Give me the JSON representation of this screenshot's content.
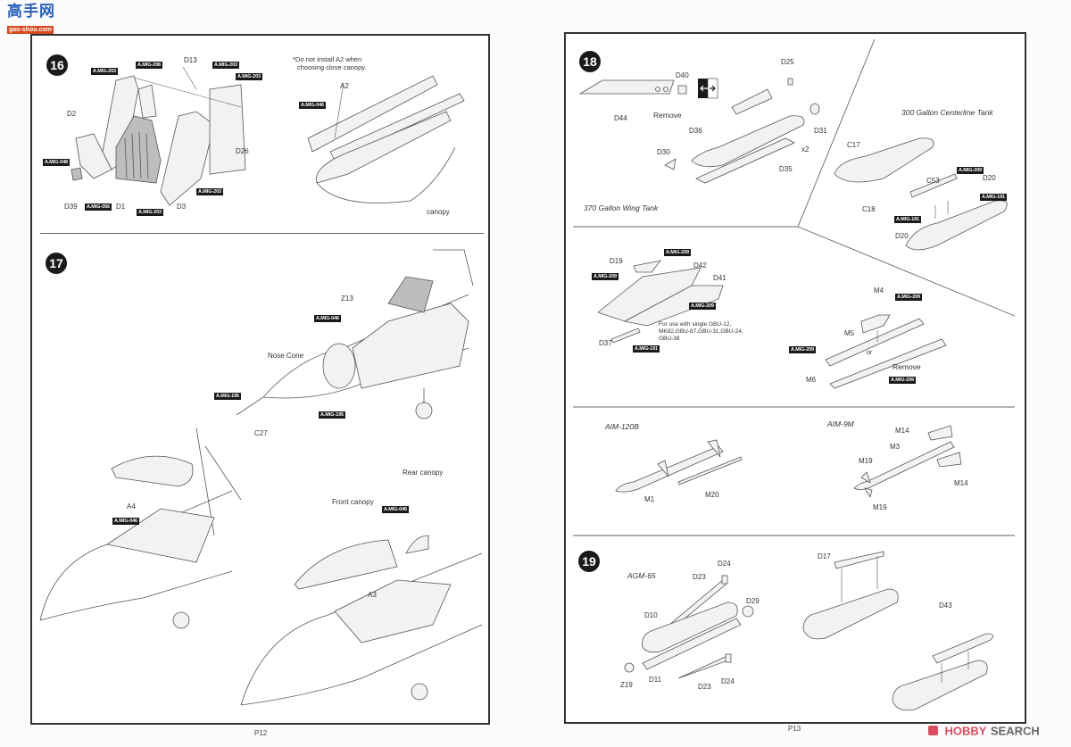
{
  "watermark_top": {
    "chars": "高手网",
    "domain": "gao-shou.com"
  },
  "watermark_bottom": {
    "brand": "HOBBY SEARCH",
    "hobby": "HOBBY",
    "search": "SEARCH"
  },
  "left_page": {
    "page_number": "P12",
    "step16": {
      "number": "16",
      "note": "*Do not install A2 when choosing close canopy.",
      "note_line1": "*Do not install A2 when",
      "note_line2": "choosing close canopy.",
      "parts": [
        "D13",
        "D2",
        "D26",
        "D39",
        "D1",
        "D3",
        "A2",
        "canopy"
      ],
      "paints": [
        "A.MIG-203",
        "A.MIG-208",
        "A.MIG-203",
        "A.MIG-203",
        "A.MIG-048",
        "A.MIG-203",
        "A.MIG-056",
        "A.MIG-203",
        "A.MIG-046"
      ]
    },
    "step17": {
      "number": "17",
      "parts": [
        "Z13",
        "Nose Cone",
        "C27",
        "A4",
        "Front canopy",
        "Rear canopy",
        "A3"
      ],
      "paints": [
        "A.MIG-046",
        "A.MIG-195",
        "A.MIG-195",
        "A.MIG-046",
        "A.MIG-046"
      ]
    }
  },
  "right_page": {
    "page_number": "P13",
    "step18": {
      "number": "18",
      "wing_tank_title": "370 Gallon Wing Tank",
      "centerline_title": "300 Gallon Centerline Tank",
      "parts_wing": [
        "D25",
        "D40",
        "Remove",
        "D44",
        "D36",
        "D31",
        "D30",
        "x2",
        "D35"
      ],
      "parts_center": [
        "C17",
        "C53",
        "D20",
        "C18",
        "D20"
      ],
      "paints_center": [
        "A.MIG-209",
        "A.MIG-191",
        "A.MIG-191"
      ],
      "pylon": {
        "parts": [
          "D19",
          "D42",
          "D41",
          "D37"
        ],
        "paints": [
          "A.MIG-209",
          "A.MIG-209",
          "A.MIG-209",
          "A.MIG-191"
        ],
        "note_line1": "For use with single GBU-12,",
        "note_line2": "MK82,GBU-87,GBU-31,GBU-24,",
        "note_line3": "GBU-38"
      },
      "launcher": {
        "parts": [
          "M4",
          "M5",
          "or",
          "Remove",
          "M6"
        ],
        "paints": [
          "A.MIG-209",
          "A.MIG-209",
          "A.MIG-209"
        ]
      },
      "aim120": {
        "title": "AIM-120B",
        "parts": [
          "M1",
          "M20"
        ]
      },
      "aim9": {
        "title": "AIM-9M",
        "parts": [
          "M14",
          "M3",
          "M19",
          "M14",
          "M19"
        ]
      }
    },
    "step19": {
      "number": "19",
      "title": "AGM-65",
      "parts": [
        "D24",
        "D23",
        "D29",
        "D10",
        "Z19",
        "D11",
        "D23",
        "D24",
        "D17",
        "D43"
      ]
    }
  }
}
